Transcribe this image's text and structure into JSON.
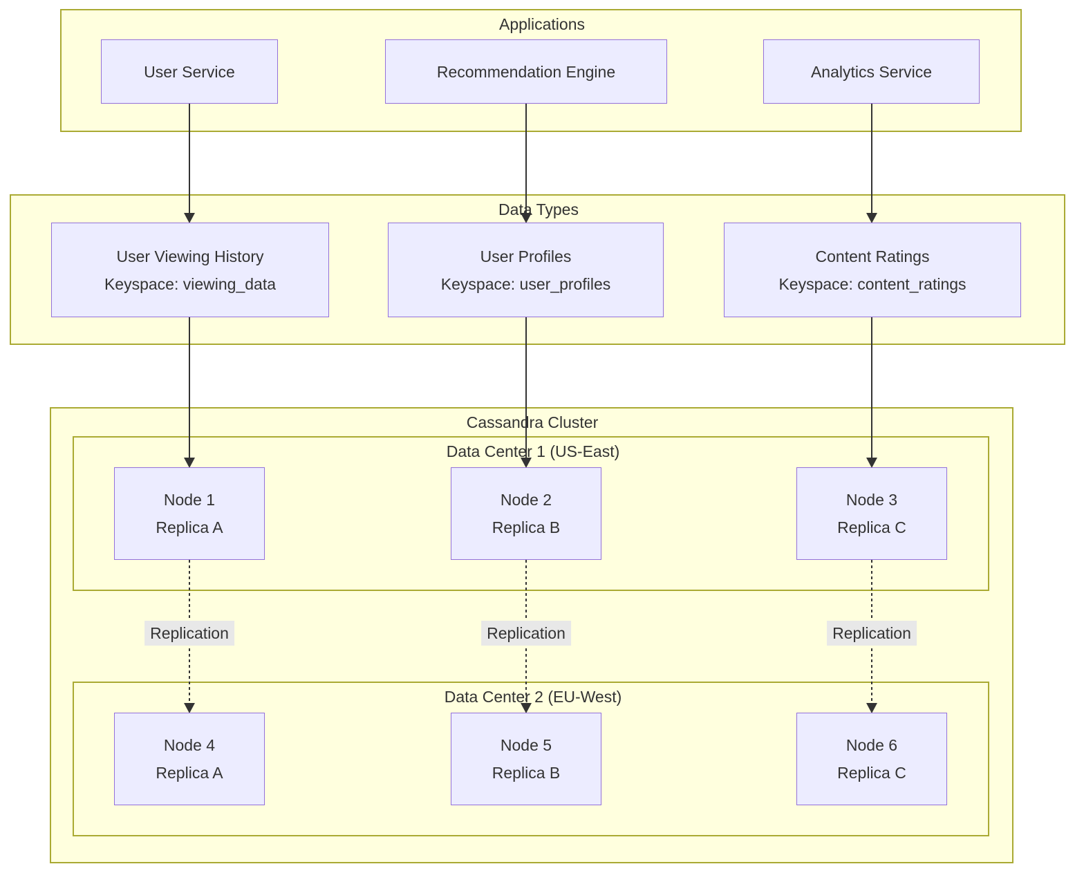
{
  "diagram": {
    "clusters": {
      "applications": {
        "title": "Applications"
      },
      "data_types": {
        "title": "Data Types"
      },
      "cassandra_cluster": {
        "title": "Cassandra Cluster"
      },
      "data_center_1": {
        "title": "Data Center 1 (US-East)"
      },
      "data_center_2": {
        "title": "Data Center 2 (EU-West)"
      }
    },
    "nodes": {
      "user_service": {
        "label": "User Service"
      },
      "recommendation_engine": {
        "label": "Recommendation Engine"
      },
      "analytics_service": {
        "label": "Analytics Service"
      },
      "user_viewing_history": {
        "line1": "User Viewing History",
        "line2": "Keyspace: viewing_data"
      },
      "user_profiles": {
        "line1": "User Profiles",
        "line2": "Keyspace: user_profiles"
      },
      "content_ratings": {
        "line1": "Content Ratings",
        "line2": "Keyspace: content_ratings"
      },
      "node1": {
        "line1": "Node 1",
        "line2": "Replica A"
      },
      "node2": {
        "line1": "Node 2",
        "line2": "Replica B"
      },
      "node3": {
        "line1": "Node 3",
        "line2": "Replica C"
      },
      "node4": {
        "line1": "Node 4",
        "line2": "Replica A"
      },
      "node5": {
        "line1": "Node 5",
        "line2": "Replica B"
      },
      "node6": {
        "line1": "Node 6",
        "line2": "Replica C"
      }
    },
    "edge_labels": {
      "replication_1": "Replication",
      "replication_2": "Replication",
      "replication_3": "Replication"
    },
    "colors": {
      "cluster_fill": "#ffffde",
      "cluster_border": "#aaaa33",
      "node_fill": "#ececff",
      "node_border": "#9370db",
      "edge": "#333333",
      "edge_label_bg": "#e8e8e8",
      "text": "#333333",
      "canvas_bg": "#ffffff"
    }
  }
}
